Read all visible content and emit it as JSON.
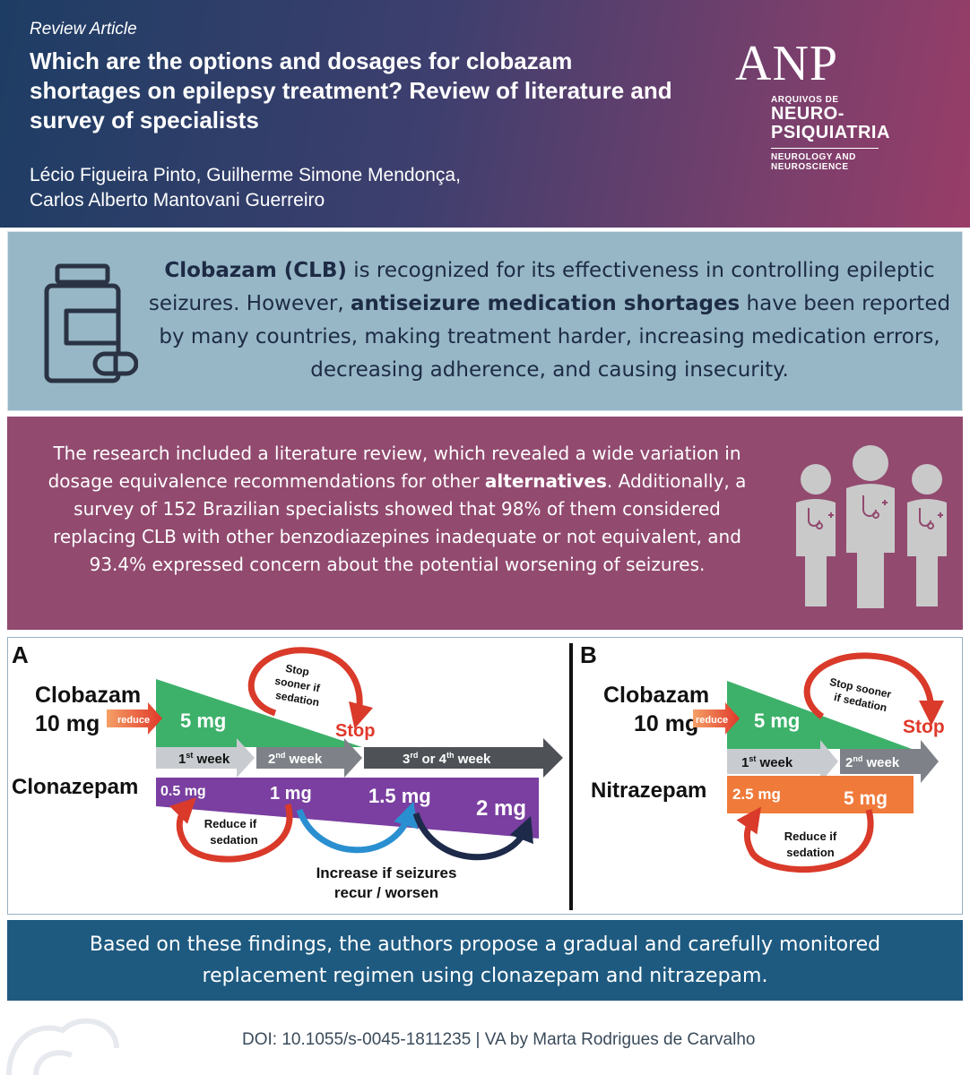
{
  "header": {
    "article_type": "Review Article",
    "title": "Which are the options and dosages for clobazam shortages on epilepsy treatment? Review of literature and survey of specialists",
    "authors_line1": "Lécio Figueira Pinto, Guilherme Simone Mendonça,",
    "authors_line2": "Carlos Alberto Mantovani  Guerreiro"
  },
  "journal_logo": {
    "acronym": "ANP",
    "line1": "ARQUIVOS DE",
    "line2": "NEURO-",
    "line3": "PSIQUIATRIA",
    "line4": "NEUROLOGY AND",
    "line5": "NEUROSCIENCE"
  },
  "intro": {
    "bold1": "Clobazam (CLB)",
    "text1": " is recognized for its effectiveness in controlling epileptic seizures. However, ",
    "bold2": "antiseizure medication shortages",
    "text2": " have been reported by many countries, making treatment harder, increasing medication errors, decreasing adherence, and causing insecurity.",
    "icon": "pill-bottle-icon"
  },
  "research": {
    "text1": "The research included a literature review, which revealed a wide variation in dosage equivalence recommendations for other ",
    "bold1": "alternatives",
    "text2": ". Additionally, a survey of 152 Brazilian specialists showed that 98% of them considered replacing CLB with other benzodiazepines inadequate or not equivalent, and 93.4% expressed concern about the potential worsening of seizures.",
    "icon": "doctors-icon"
  },
  "panel_a": {
    "label": "A",
    "drug1": "Clobazam",
    "drug1_dose": "10 mg",
    "reduce": "reduce",
    "dose_5": "5 mg",
    "stop_note_1": "Stop",
    "stop_note_2": "sooner if",
    "stop_note_3": "sedation",
    "stop": "Stop",
    "week1": "1",
    "week1_sup": "st",
    "week1_suffix": " week",
    "week2": "2",
    "week2_sup": "nd",
    "week2_suffix": " week",
    "week3": "3",
    "week3_sup": "rd",
    "week3_mid": " or 4",
    "week3_sup2": "th",
    "week3_suffix": " week",
    "drug2": "Clonazepam",
    "d1": "0.5 mg",
    "d2": "1 mg",
    "d3": "1.5 mg",
    "d4": "2 mg",
    "reduce_note_1": "Reduce if",
    "reduce_note_2": "sedation",
    "increase_1": "Increase if seizures",
    "increase_2": "recur / worsen"
  },
  "panel_b": {
    "label": "B",
    "drug1": "Clobazam",
    "drug1_dose": "10 mg",
    "reduce": "reduce",
    "dose_5": "5 mg",
    "stop_note_1": "Stop sooner",
    "stop_note_2": "if sedation",
    "stop": "Stop",
    "week1": "1",
    "week1_sup": "st",
    "week1_suffix": " week",
    "week2": "2",
    "week2_sup": "nd",
    "week2_suffix": " week",
    "drug2": "Nitrazepam",
    "d1": "2.5 mg",
    "d2": "5 mg",
    "reduce_note_1": "Reduce if",
    "reduce_note_2": "sedation"
  },
  "conclusion": "Based on these findings, the authors propose a gradual and carefully monitored replacement regimen using clonazepam and nitrazepam.",
  "footer": "DOI: 10.1055/s-0045-1811235 | VA by Marta Rodrigues de Carvalho",
  "colors": {
    "header_start": "#1e3d64",
    "header_end": "#983d68",
    "intro_bg": "#97b7c6",
    "research_bg": "#924a6f",
    "conclusion_bg": "#1e5a80",
    "clobazam_green": "#3db16a",
    "clonazepam_purple": "#7a3fa0",
    "nitrazepam_orange": "#f07a3a",
    "stop_red": "#e0382a"
  }
}
